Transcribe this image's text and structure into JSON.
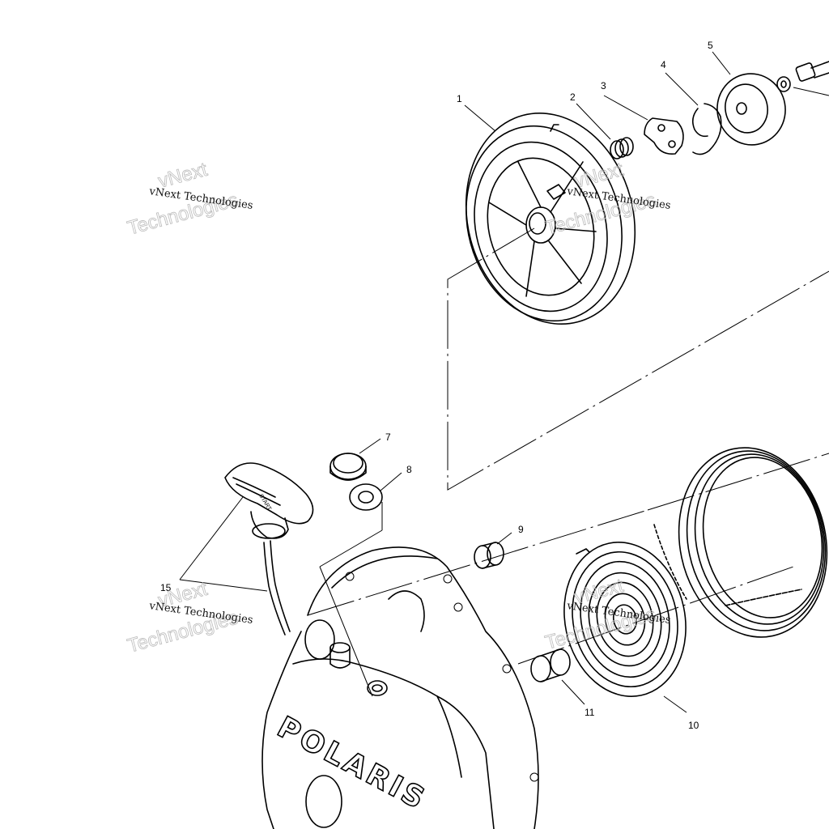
{
  "diagram": {
    "callouts": [
      "1",
      "2",
      "3",
      "4",
      "5",
      "7",
      "8",
      "9",
      "10",
      "11",
      "15"
    ],
    "watermark": {
      "small": "vNext Technologies",
      "big_line1": "vNext",
      "big_line2": "Technologies"
    },
    "brand_text": "POLARIS",
    "handle_text": "START"
  }
}
